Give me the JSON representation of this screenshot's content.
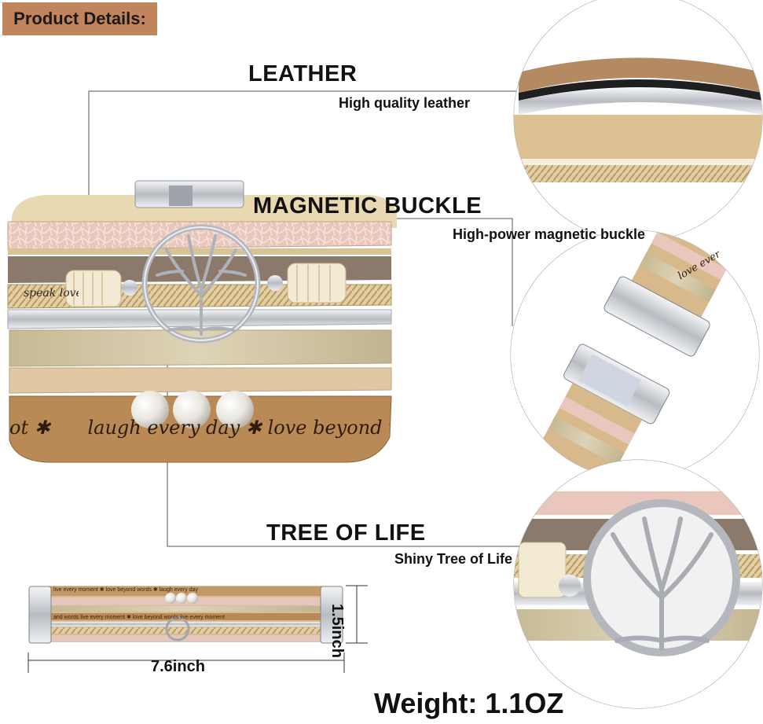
{
  "header": {
    "badge_label": "Product Details:"
  },
  "features": {
    "leather": {
      "title": "LEATHER",
      "subtitle": "High quality leather"
    },
    "buckle": {
      "title": "MAGNETIC BUCKLE",
      "subtitle": "High-power magnetic buckle"
    },
    "tree": {
      "title": "TREE OF LIFE",
      "subtitle": "Shiny Tree of Life"
    }
  },
  "engraving": {
    "main_band": "laugh every day ✱ love beyond words ✱ live",
    "main_band_left": "ot ✱",
    "second_band": "speak love",
    "buckle_band": "love every",
    "flat_top": "live every moment ✱ love beyond words ✱ laugh every day",
    "flat_bottom": "and words live every moment ✱ love beyond words live every moment"
  },
  "dimensions": {
    "width": "7.6inch",
    "height": "1.5inch"
  },
  "weight_label": "Weight: 1.1OZ",
  "colors": {
    "badge": "#c2855b",
    "leather_pink": "#e6c3b9",
    "leather_tan": "#d7b48a",
    "leather_brown": "#b88a58",
    "glitter": "#cbbf9c",
    "silver": "#c9ccd1",
    "cream": "#efe4c8"
  }
}
